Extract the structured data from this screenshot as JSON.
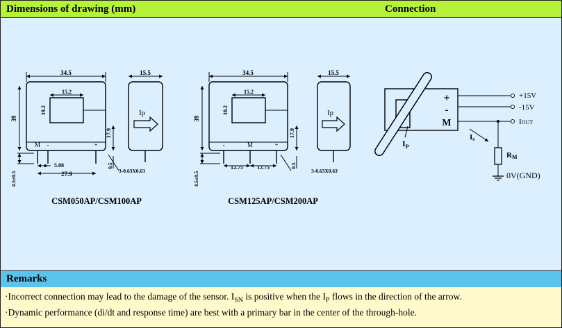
{
  "header": {
    "left_title": "Dimensions of drawing (mm)",
    "right_title": "Connection"
  },
  "drawing1": {
    "width_dim": "34.5",
    "window_w": "15.2",
    "window_h": "19.2",
    "height_dim": "39",
    "pins": [
      "M",
      "-",
      "+"
    ],
    "pin_pitch": "5.08",
    "pin_span": "27.9",
    "side_width": "15.5",
    "side_height": "17.9",
    "current_label": "Ip",
    "pin_stub": "4.5±0.5",
    "pin_gap": "0.5",
    "pin_size": "3-0.63X0.63",
    "caption": "CSM050AP/CSM100AP"
  },
  "drawing2": {
    "width_dim": "34.5",
    "window_w": "15.2",
    "window_h": "10.2",
    "height_dim": "39",
    "pins": [
      "-",
      "M",
      "+"
    ],
    "pin_pitch_a": "12.75",
    "pin_pitch_b": "12.75",
    "side_width": "15.5",
    "side_height": "17.9",
    "current_label": "Ip",
    "pin_stub": "4.5±0.5",
    "pin_gap": "0.5",
    "pin_size": "3-0.63X0.63",
    "caption": "CSM125AP/CSM200AP"
  },
  "connection": {
    "terminals": [
      "+",
      "-",
      "M"
    ],
    "plus_label": "+15V",
    "minus_label": "-15V",
    "out_label": "I",
    "out_sub": "OUT",
    "is_label": "I",
    "is_sub": "s",
    "rm_label": "R",
    "rm_sub": "M",
    "ip_label": "I",
    "ip_sub": "P",
    "gnd_label": "0V(GND)"
  },
  "remarks": {
    "title": "Remarks",
    "line1_a": "·Incorrect connection may lead to the damage of the sensor. I",
    "line1_sub1": "SN",
    "line1_b": " is positive when the I",
    "line1_sub2": "P",
    "line1_c": " flows in the direction of the arrow.",
    "line2": "·Dynamic performance (di/dt and response time) are best with a primary bar in the center of the through-hole."
  }
}
